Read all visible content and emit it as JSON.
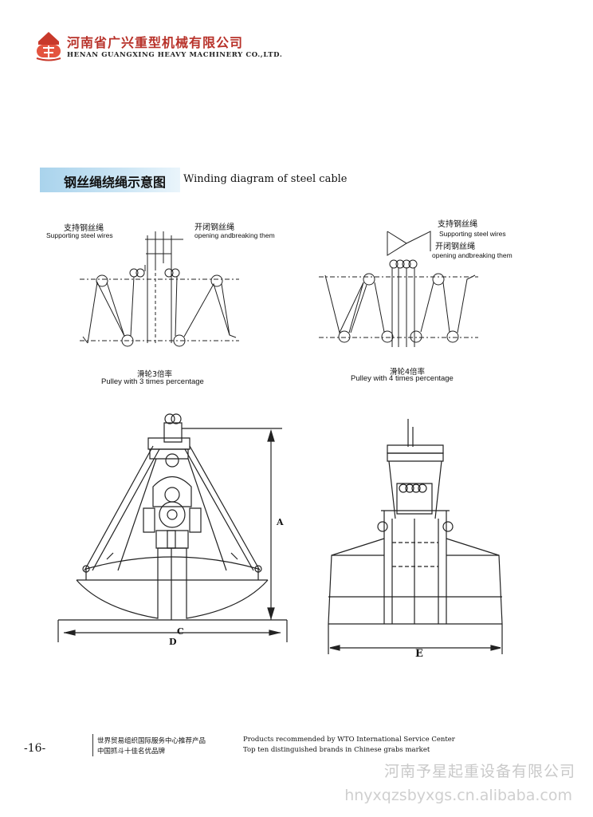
{
  "header": {
    "company_cn": "河南省广兴重型机械有限公司",
    "company_en": "HENAN GUANGXING HEAVY MACHINERY CO.,LTD."
  },
  "section": {
    "title_cn": "钢丝绳绕绳示意图",
    "title_en": "Winding diagram of steel cable"
  },
  "diagram_left": {
    "label1_cn": "支持钢丝绳",
    "label1_en": "Supporting steel wires",
    "label2_cn": "开闭钢丝绳",
    "label2_en": "opening andbreaking them",
    "caption_cn": "滑轮3倍率",
    "caption_en": "Pulley with 3 times percentage"
  },
  "diagram_right": {
    "label1_cn": "支持钢丝绳",
    "label1_en": "Supporting steel wires",
    "label2_cn": "开闭钢丝绳",
    "label2_en": "opening andbreaking them",
    "caption_cn": "滑轮4倍率",
    "caption_en": "Pulley with 4 times percentage"
  },
  "dimensions": {
    "a": "A",
    "c": "C",
    "d": "D",
    "e": "E"
  },
  "footer": {
    "page_number": "-16-",
    "line1_cn": "世界贸易组织国际服务中心推荐产品",
    "line2_cn": "中国抓斗十佳名优品牌",
    "line1_en": "Products recommended by WTO International Service Center",
    "line2_en": "Top ten distinguished brands in Chinese grabs market"
  },
  "watermark": {
    "name": "河南予星起重设备有限公司",
    "url": "hnyxqzsbyxgs.cn.alibaba.com"
  },
  "colors": {
    "logo_red": "#c8392b",
    "section_bar": "#bcdcf0",
    "watermark": "#c9c9c9"
  },
  "icons": {
    "logo": "company-logo-icon"
  }
}
